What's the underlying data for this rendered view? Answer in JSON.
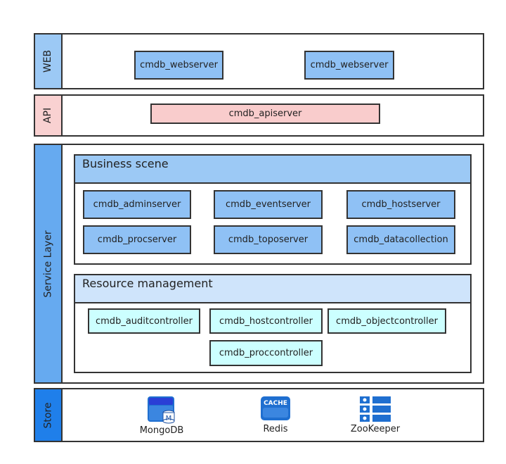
{
  "layers": {
    "web": {
      "label": "WEB",
      "boxes": [
        "cmdb_webserver",
        "cmdb_webserver"
      ],
      "color": "#9cc9f5"
    },
    "api": {
      "label": "API",
      "boxes": [
        "cmdb_apiserver"
      ],
      "color": "#f9d1d1"
    },
    "service": {
      "label": "Service Layer",
      "color": "#66aaf0",
      "business": {
        "title": "Business scene",
        "boxes": [
          "cmdb_adminserver",
          "cmdb_eventserver",
          "cmdb_hostserver",
          "cmdb_procserver",
          "cmdb_toposerver",
          "cmdb_datacollection"
        ]
      },
      "resource": {
        "title": "Resource management",
        "boxes": [
          "cmdb_auditcontroller",
          "cmdb_hostcontroller",
          "cmdb_objectcontroller",
          "cmdb_proccontroller"
        ]
      }
    },
    "store": {
      "label": "Store",
      "color": "#1f7fea",
      "items": [
        {
          "name": "MongoDB",
          "icon": "mongodb-icon",
          "glyph": "M"
        },
        {
          "name": "Redis",
          "icon": "cache-icon",
          "glyph": "CACHE"
        },
        {
          "name": "ZooKeeper",
          "icon": "zookeeper-icon"
        }
      ]
    }
  }
}
